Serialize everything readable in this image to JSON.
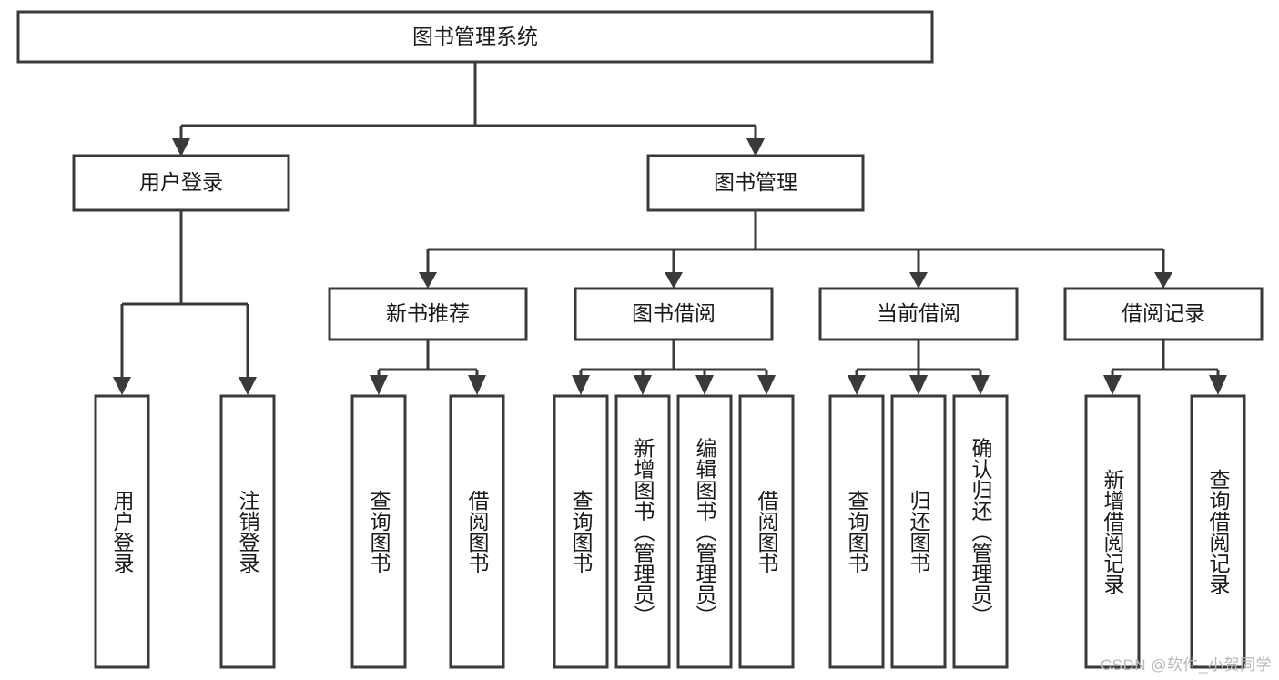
{
  "diagram": {
    "title": "图书管理系统",
    "type": "tree-hierarchy-chart",
    "root": {
      "id": "root",
      "label": "图书管理系统",
      "orientation": "horizontal"
    },
    "level2": [
      {
        "id": "user-login",
        "label": "用户登录",
        "orientation": "horizontal"
      },
      {
        "id": "book-management",
        "label": "图书管理",
        "orientation": "horizontal"
      }
    ],
    "level3": [
      {
        "id": "new-book-recommend",
        "label": "新书推荐",
        "orientation": "horizontal",
        "parent": "book-management"
      },
      {
        "id": "book-borrow",
        "label": "图书借阅",
        "orientation": "horizontal",
        "parent": "book-management"
      },
      {
        "id": "current-borrow",
        "label": "当前借阅",
        "orientation": "horizontal",
        "parent": "book-management"
      },
      {
        "id": "borrow-record",
        "label": "借阅记录",
        "orientation": "horizontal",
        "parent": "book-management"
      }
    ],
    "leaves": {
      "user_login": [
        {
          "id": "leaf-user-login",
          "label": "用户登录"
        },
        {
          "id": "leaf-logout-login",
          "label": "注销登录"
        }
      ],
      "new_book_recommend": [
        {
          "id": "leaf-query-book-1",
          "label": "查询图书"
        },
        {
          "id": "leaf-borrow-book-1",
          "label": "借阅图书"
        }
      ],
      "book_borrow": [
        {
          "id": "leaf-query-book-2",
          "label": "查询图书"
        },
        {
          "id": "leaf-add-book-admin",
          "label": "新增图书（管理员）"
        },
        {
          "id": "leaf-edit-book-admin",
          "label": "编辑图书（管理员）"
        },
        {
          "id": "leaf-borrow-book-2",
          "label": "借阅图书"
        }
      ],
      "current_borrow": [
        {
          "id": "leaf-query-book-3",
          "label": "查询图书"
        },
        {
          "id": "leaf-return-book",
          "label": "归还图书"
        },
        {
          "id": "leaf-confirm-return-admin",
          "label": "确认归还（管理员）"
        }
      ],
      "borrow_record": [
        {
          "id": "leaf-add-borrow-record",
          "label": "新增借阅记录"
        },
        {
          "id": "leaf-query-borrow-record",
          "label": "查询借阅记录"
        }
      ]
    },
    "colors": {
      "node_stroke": "#3a3a3a",
      "node_fill": "#ffffff",
      "text": "#1a1a1a",
      "background": "#ffffff",
      "watermark": "#b8b8b8"
    }
  },
  "watermark": {
    "text": "CSDN @软件_小贺同学"
  }
}
